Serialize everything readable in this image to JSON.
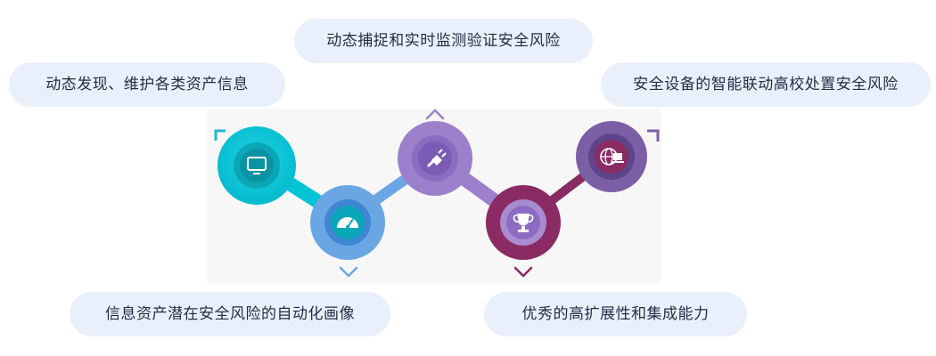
{
  "features": [
    {
      "label": "动态发现、维护各类资产信息"
    },
    {
      "label": "动态捕捉和实时监测验证安全风险"
    },
    {
      "label": "安全设备的智能联动高校处置安全风险"
    },
    {
      "label": "信息资产潜在安全风险的自动化画像"
    },
    {
      "label": "优秀的高扩展性和集成能力"
    }
  ],
  "nodes": [
    {
      "icon": "monitor-icon",
      "color": "#00c4d6"
    },
    {
      "icon": "gauge-icon",
      "color": "#6aa6e4"
    },
    {
      "icon": "plug-icon",
      "color": "#9d80cc"
    },
    {
      "icon": "trophy-icon",
      "color": "#8a2b63"
    },
    {
      "icon": "globe-computer-icon",
      "color": "#7b5fa6"
    }
  ]
}
